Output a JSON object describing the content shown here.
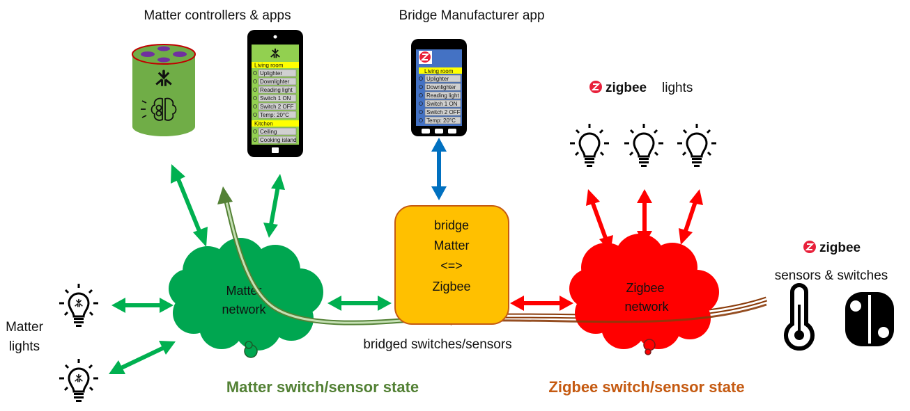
{
  "labels": {
    "matter_controllers": "Matter controllers & apps",
    "bridge_app": "Bridge Manufacturer app",
    "zigbee_lights_word": "zigbee",
    "zigbee_lights_suffix": "lights",
    "zigbee_sensors_word": "zigbee",
    "sensors_switches": "sensors & switches",
    "matter_lights_1": "Matter",
    "matter_lights_2": "lights",
    "matter_network_1": "Matter",
    "matter_network_2": "network",
    "zigbee_network_1": "Zigbee",
    "zigbee_network_2": "network",
    "bridge_1": "bridge",
    "bridge_2": "Matter",
    "bridge_3": "<=>",
    "bridge_4": "Zigbee",
    "bridged": "bridged switches/sensors",
    "matter_state": "Matter switch/sensor state",
    "zigbee_state": "Zigbee switch/sensor state"
  },
  "matter_phone": {
    "sections": [
      {
        "title": "Living room",
        "items": [
          "Uplighter",
          "Downlighter",
          "Reading light",
          "Switch 1 ON",
          "Switch 2 OFF",
          "Temp: 20°C"
        ]
      },
      {
        "title": "Kitchen",
        "items": [
          "Ceiling",
          "Cooking island"
        ]
      }
    ]
  },
  "bridge_phone": {
    "section": "Living room",
    "items": [
      "Uplighter",
      "Downlighter",
      "Reading light",
      "Switch 1 ON",
      "Switch 2 OFF",
      "Temp: 20°C"
    ]
  },
  "colors": {
    "matter_green": "#00b050",
    "matter_state": "#538135",
    "zigbee_red": "#ff0000",
    "zigbee_state": "#c55a11",
    "bridge_orange": "#ffc000",
    "bridge_arrow": "#0070c0",
    "screen_green": "#92d050",
    "screen_blue": "#4472c4"
  }
}
